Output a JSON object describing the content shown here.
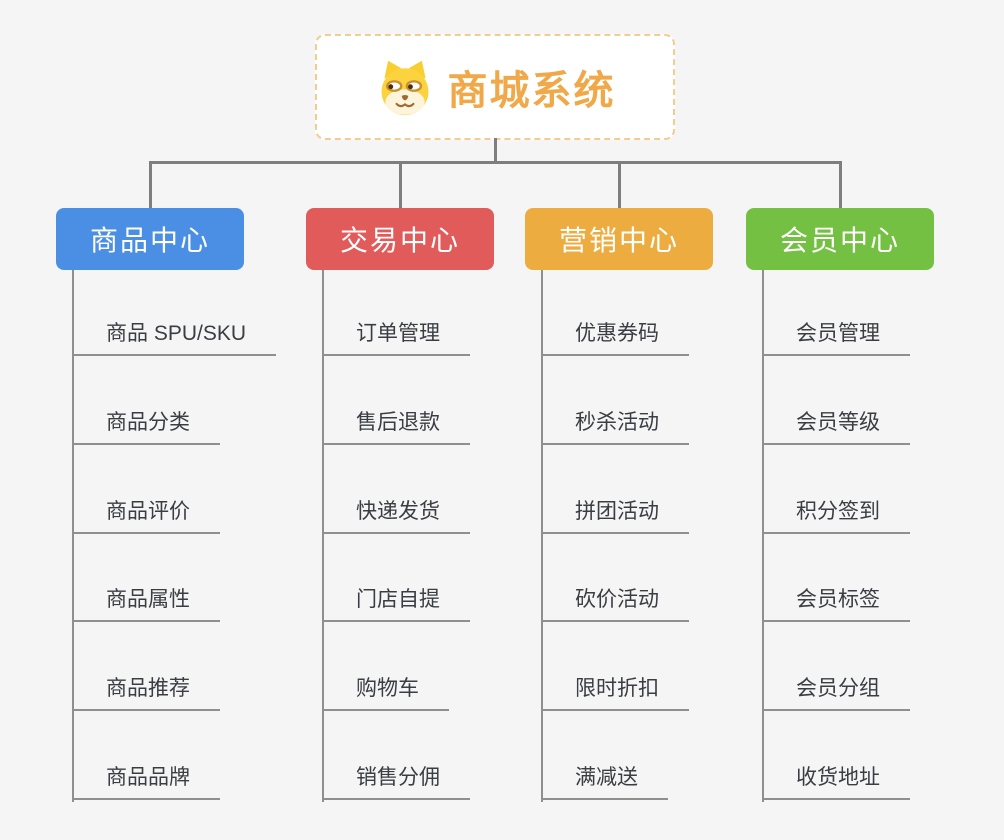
{
  "root": {
    "title": "商城系统",
    "icon": "dog-face-icon"
  },
  "branches": [
    {
      "label": "商品中心",
      "color": "#4b8fe4",
      "items": [
        "商品 SPU/SKU",
        "商品分类",
        "商品评价",
        "商品属性",
        "商品推荐",
        "商品品牌"
      ]
    },
    {
      "label": "交易中心",
      "color": "#e25b5b",
      "items": [
        "订单管理",
        "售后退款",
        "快递发货",
        "门店自提",
        "购物车",
        "销售分佣"
      ]
    },
    {
      "label": "营销中心",
      "color": "#edac40",
      "items": [
        "优惠券码",
        "秒杀活动",
        "拼团活动",
        "砍价活动",
        "限时折扣",
        "满减送"
      ]
    },
    {
      "label": "会员中心",
      "color": "#73c043",
      "items": [
        "会员管理",
        "会员等级",
        "积分签到",
        "会员标签",
        "会员分组",
        "收货地址"
      ]
    }
  ],
  "colors": {
    "background": "#f5f5f6",
    "title": "#f0a848",
    "connector": "#7e7e7e",
    "underline": "#8f8f8f",
    "leaf_text": "#3a3d42",
    "root_border": "#f2cd8f"
  }
}
